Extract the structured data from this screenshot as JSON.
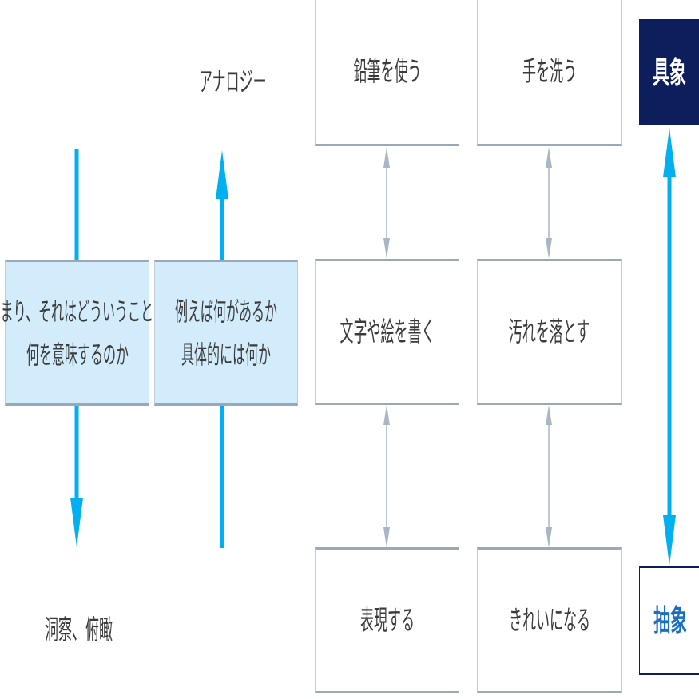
{
  "left": {
    "down_arrow_box": {
      "lines": [
        "つまり、それはどういうことか",
        "何を意味するのか"
      ]
    },
    "up_arrow_box": {
      "lines": [
        "例えば何があるか",
        "具体的には何か"
      ]
    },
    "top_label": "アナロジー",
    "bottom_label": "洞察、俯瞰"
  },
  "columns": [
    {
      "nodes": [
        "鉛筆を使う",
        "文字や絵を書く",
        "表現する"
      ]
    },
    {
      "nodes": [
        "手を洗う",
        "汚れを落とす",
        "きれいになる"
      ]
    }
  ],
  "scale": {
    "top_label": "具象",
    "bottom_label": "抽象"
  },
  "colors": {
    "arrow_blue": "#00b0f0",
    "connector_gray": "#a9b6c4",
    "concrete_bg": "#0c1f5c",
    "abstract_text": "#1a6fc4",
    "question_box_bg": "#d2ecfc"
  }
}
